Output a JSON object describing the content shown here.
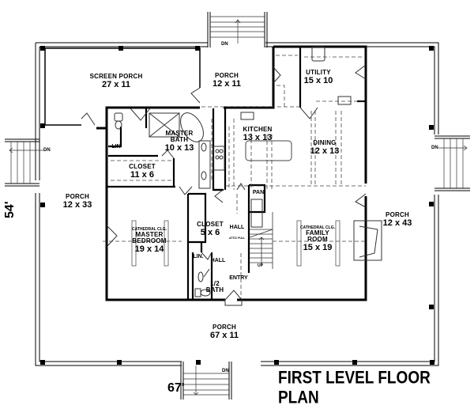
{
  "plan": {
    "title": "FIRST LEVEL FLOOR PLAN",
    "overall_width": "67'",
    "overall_depth": "54'"
  },
  "rooms": {
    "screen_porch": {
      "name": "SCREEN PORCH",
      "dims": "27 x 11"
    },
    "porch_top": {
      "name": "PORCH",
      "dims": "12 x 11"
    },
    "utility": {
      "name": "UTILITY",
      "dims": "15 x 10"
    },
    "master_bath": {
      "name": "MASTER BATH",
      "name_l1": "MASTER",
      "name_l2": "BATH",
      "dims": "10 x 13"
    },
    "kitchen": {
      "name": "KITCHEN",
      "dims": "13 x 13"
    },
    "dining": {
      "name": "DINING",
      "dims": "12 x 13"
    },
    "closet_large": {
      "name": "CLOSET",
      "dims": "11 x 6"
    },
    "porch_left": {
      "name": "PORCH",
      "dims": "12 x 33"
    },
    "porch_right": {
      "name": "PORCH",
      "dims": "12 x 43"
    },
    "master_bedroom": {
      "note": "CATHEDRAL CLG.",
      "name_l1": "MASTER",
      "name_l2": "BEDROOM",
      "dims": "19 x 14"
    },
    "closet_small": {
      "name": "CLOSET",
      "dims": "5 x 6"
    },
    "family_room": {
      "note": "CATHEDRAL CLG.",
      "name_l1": "FAMILY",
      "name_l2": "ROOM",
      "dims": "15 x 19"
    },
    "porch_bottom": {
      "name": "PORCH",
      "dims": "67 x 11"
    },
    "half_bath": {
      "name_l1": "1/2",
      "name_l2": "BATH"
    }
  },
  "labels": {
    "lin_upper": "LIN",
    "lin_lower": "LIN.",
    "pantry": "PAN.",
    "hall_upper": "HALL",
    "hall_lower": "HALL",
    "entry": "ENTRY",
    "stairs_up": "UP",
    "attic": "ATTIC PULL",
    "dn_top": "DN",
    "dn_left": "DN",
    "dn_right": "DN",
    "dn_bottom": "DN"
  },
  "colors": {
    "wall": "#000000",
    "line": "#555555",
    "background": "#ffffff"
  }
}
